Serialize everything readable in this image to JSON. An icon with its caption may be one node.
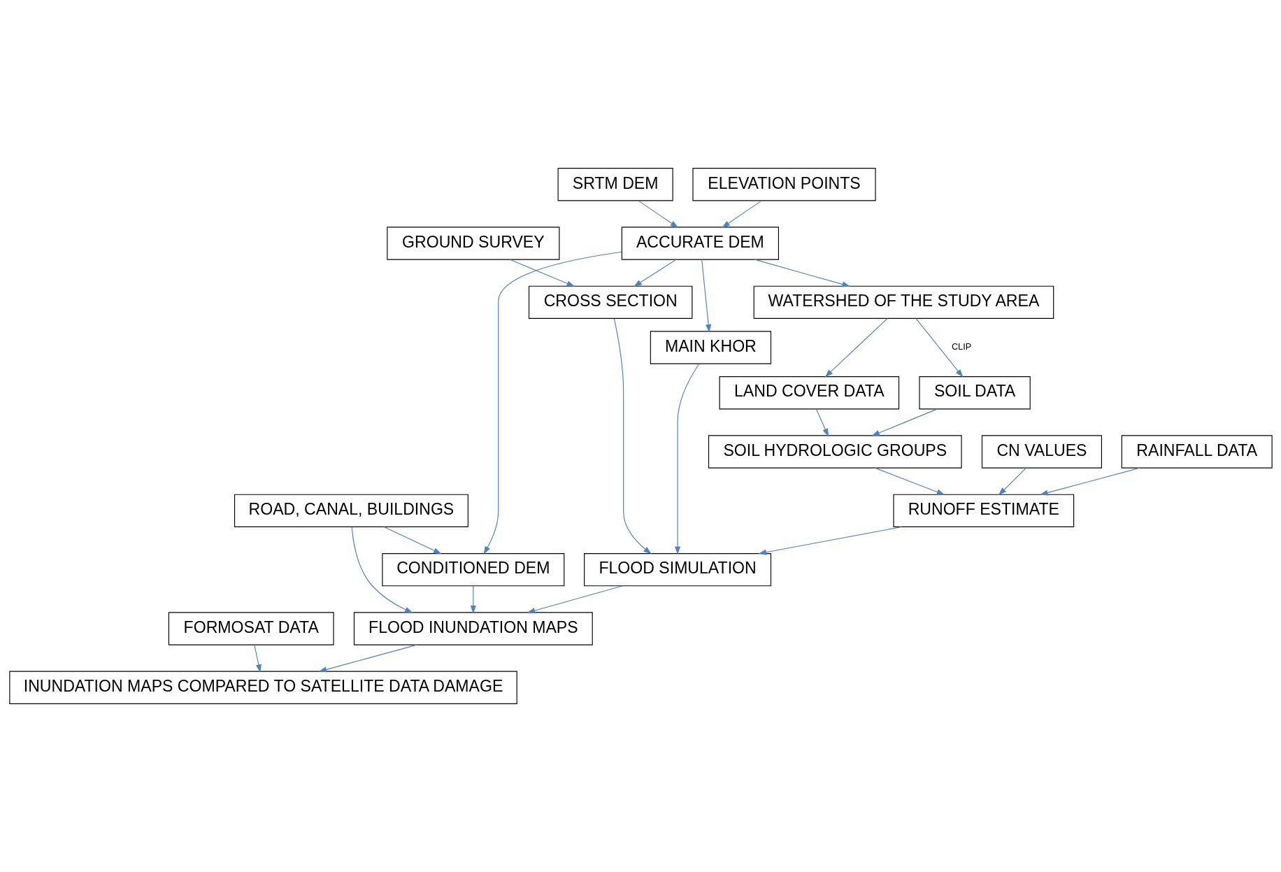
{
  "diagram": {
    "nodes": [
      {
        "text": [
          "SRTM DEM"
        ]
      },
      {
        "text": [
          "ELEVATION POINTS"
        ]
      },
      {
        "text": [
          "GROUND SURVEY"
        ]
      },
      {
        "text": [
          "ROAD, CANAL, BUILDINGS"
        ]
      },
      {
        "text": [
          "ACCURATE DEM"
        ]
      },
      {
        "text": [
          "CROSS SECTION"
        ]
      },
      {
        "text": [
          "MAIN KHOR"
        ]
      },
      {
        "text": [
          "CONDITIONED DEM"
        ]
      },
      {
        "text": [
          "WATERSHED OF THE STUDY AREA"
        ]
      },
      {
        "text": [
          "SOIL DATA"
        ]
      },
      {
        "text": [
          "LAND COVER DATA"
        ]
      },
      {
        "text": [
          "SOIL HYDROLOGIC GROUPS"
        ]
      },
      {
        "text": [
          "CN VALUES"
        ]
      },
      {
        "text": [
          "RAINFALL DATA"
        ]
      },
      {
        "text": [
          "RUNOFF ESTIMATE"
        ]
      },
      {
        "text": [
          "FLOOD SIMULATION"
        ]
      },
      {
        "text": [
          "FORMOSAT DATA"
        ]
      },
      {
        "text": [
          "FLOOD INUNDATION MAPS"
        ]
      },
      {
        "text": [
          "INUNDATION MAPS COMPARED TO SATELLITE DATA DAMAGE"
        ]
      }
    ],
    "edges": [
      {
        "from": 0,
        "to": 4,
        "arrow": "to"
      },
      {
        "from": 1,
        "to": 4,
        "arrow": "to"
      },
      {
        "from": 2,
        "to": 5,
        "arrow": "to"
      },
      {
        "from": 4,
        "to": 5,
        "arrow": "to"
      },
      {
        "from": 4,
        "to": 6,
        "arrow": "to"
      },
      {
        "from": 4,
        "to": 7,
        "arrow": "to"
      },
      {
        "from": 4,
        "to": 8,
        "arrow": "to"
      },
      {
        "from": 3,
        "to": 7,
        "arrow": "to"
      },
      {
        "from": 8,
        "to": 9,
        "arrow": "to",
        "label": "CLIP"
      },
      {
        "from": 8,
        "to": 10,
        "arrow": "to"
      },
      {
        "from": 9,
        "to": 11,
        "arrow": "to"
      },
      {
        "from": 10,
        "to": 11,
        "arrow": "to"
      },
      {
        "from": 11,
        "to": 14,
        "arrow": "to"
      },
      {
        "from": 12,
        "to": 14,
        "arrow": "to"
      },
      {
        "from": 13,
        "to": 14,
        "arrow": "to"
      },
      {
        "from": 14,
        "to": 15,
        "arrow": "to"
      },
      {
        "from": 6,
        "to": 15,
        "arrow": "to"
      },
      {
        "from": 5,
        "to": 15,
        "arrow": "to"
      },
      {
        "from": 7,
        "to": 17,
        "arrow": "to"
      },
      {
        "from": 3,
        "to": 17,
        "arrow": "to"
      },
      {
        "from": 15,
        "to": 17,
        "arrow": "to"
      },
      {
        "from": 16,
        "to": 18,
        "arrow": "to"
      },
      {
        "from": 17,
        "to": 18,
        "arrow": "to"
      }
    ]
  }
}
